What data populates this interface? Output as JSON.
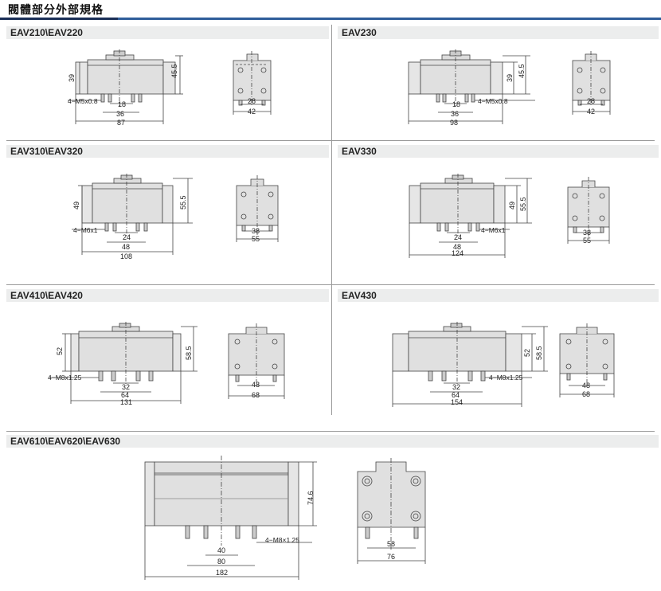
{
  "header": {
    "title": "閥體部分外部規格"
  },
  "sections": [
    {
      "label": "EAV210\\EAV220",
      "dims": {
        "height": "39",
        "total_height": "45.5",
        "thread": "4−M5x0.8",
        "pitch_small": "18",
        "pitch_mid": "36",
        "length": "87",
        "end_pitch": "28",
        "end_width": "42"
      }
    },
    {
      "label": "EAV230",
      "dims": {
        "height": "39",
        "total_height": "45.5",
        "thread": "4−M5x0.8",
        "pitch_small": "18",
        "pitch_mid": "36",
        "length": "98",
        "end_pitch": "28",
        "end_width": "42"
      }
    },
    {
      "label": "EAV310\\EAV320",
      "dims": {
        "height": "49",
        "total_height": "55.5",
        "thread": "4−M6x1",
        "pitch_small": "24",
        "pitch_mid": "48",
        "length": "108",
        "end_pitch": "38",
        "end_width": "55"
      }
    },
    {
      "label": "EAV330",
      "dims": {
        "height": "49",
        "total_height": "55.5",
        "thread": "4−M6x1",
        "pitch_small": "24",
        "pitch_mid": "48",
        "length": "124",
        "end_pitch": "38",
        "end_width": "55"
      }
    },
    {
      "label": "EAV410\\EAV420",
      "dims": {
        "height": "52",
        "total_height": "58.5",
        "thread": "4−M8x1.25",
        "pitch_small": "32",
        "pitch_mid": "64",
        "length": "131",
        "end_pitch": "48",
        "end_width": "68"
      }
    },
    {
      "label": "EAV430",
      "dims": {
        "height": "52",
        "total_height": "58.5",
        "thread": "4−M8x1.25",
        "pitch_small": "32",
        "pitch_mid": "64",
        "length": "154",
        "end_pitch": "48",
        "end_width": "68"
      }
    },
    {
      "label": "EAV610\\EAV620\\EAV630",
      "dims": {
        "total_height": "74.6",
        "thread": "4−M8×1.25",
        "pitch_small": "40",
        "pitch_mid": "80",
        "length": "182",
        "end_pitch": "58",
        "end_width": "76"
      }
    }
  ]
}
